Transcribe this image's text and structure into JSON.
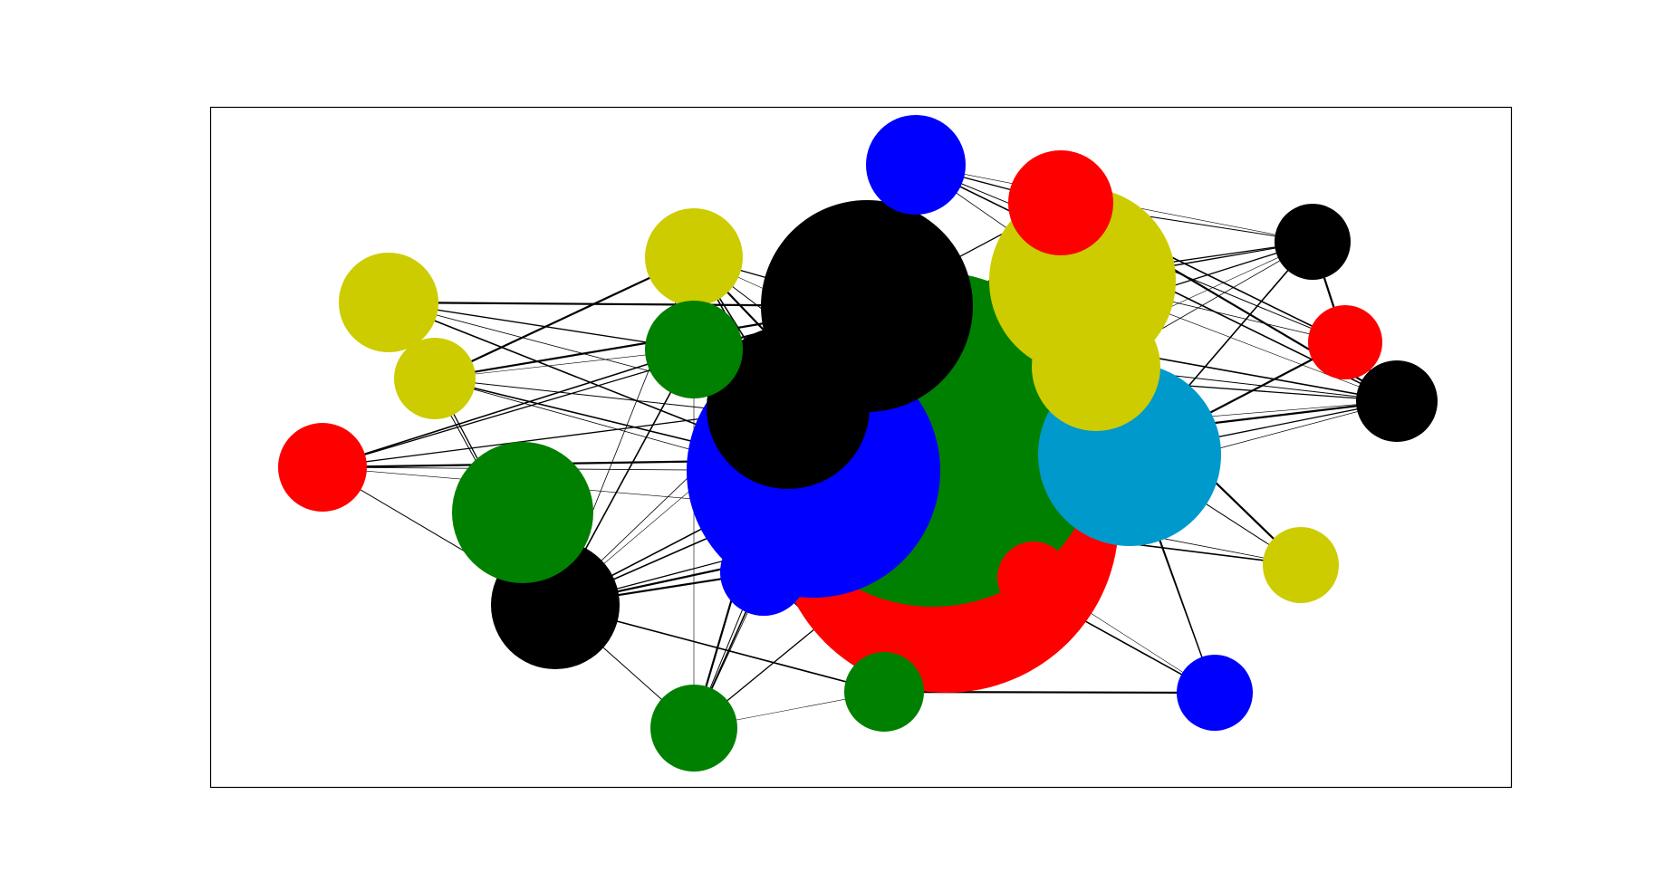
{
  "colors": {
    "red": "#ff0000",
    "green": "#008000",
    "blue": "#0000ff",
    "black": "#000000",
    "yellow": "#cccc00",
    "cyan": "#0099cc",
    "edge": "#000000",
    "frame": "#000000",
    "background": "#ffffff"
  },
  "graph": {
    "node_count": 29,
    "nodes": [
      {
        "id": "n01",
        "color": "yellow"
      },
      {
        "id": "n02",
        "color": "red"
      },
      {
        "id": "n03",
        "color": "cyan"
      },
      {
        "id": "n04",
        "color": "green"
      },
      {
        "id": "n05",
        "color": "black"
      },
      {
        "id": "n06",
        "color": "blue"
      },
      {
        "id": "n07",
        "color": "black"
      },
      {
        "id": "n08",
        "color": "yellow"
      },
      {
        "id": "n09",
        "color": "green"
      },
      {
        "id": "n10",
        "color": "black"
      },
      {
        "id": "n11",
        "color": "yellow"
      },
      {
        "id": "n12",
        "color": "green"
      },
      {
        "id": "n13",
        "color": "yellow"
      },
      {
        "id": "n14",
        "color": "red"
      },
      {
        "id": "n15",
        "color": "blue"
      },
      {
        "id": "n16",
        "color": "red"
      },
      {
        "id": "n17",
        "color": "black"
      },
      {
        "id": "n18",
        "color": "red"
      },
      {
        "id": "n19",
        "color": "black"
      },
      {
        "id": "n20",
        "color": "yellow"
      },
      {
        "id": "n21",
        "color": "blue"
      },
      {
        "id": "n22",
        "color": "green"
      },
      {
        "id": "n23",
        "color": "green"
      },
      {
        "id": "n24",
        "color": "red"
      },
      {
        "id": "n25",
        "color": "yellow"
      },
      {
        "id": "n26",
        "color": "red"
      },
      {
        "id": "n27",
        "color": "black"
      },
      {
        "id": "n28",
        "color": "blue"
      },
      {
        "id": "n29",
        "color": "blue"
      }
    ],
    "edges": [
      [
        "n04",
        "n06"
      ],
      [
        "n04",
        "n02"
      ],
      [
        "n04",
        "n10"
      ],
      [
        "n04",
        "n05"
      ],
      [
        "n04",
        "n03"
      ],
      [
        "n04",
        "n07"
      ],
      [
        "n04",
        "n20"
      ],
      [
        "n04",
        "n08"
      ],
      [
        "n08",
        "n06"
      ],
      [
        "n08",
        "n02"
      ],
      [
        "n08",
        "n10"
      ],
      [
        "n08",
        "n05"
      ],
      [
        "n08",
        "n03"
      ],
      [
        "n08",
        "n09"
      ],
      [
        "n08",
        "n07"
      ],
      [
        "n08",
        "n13"
      ],
      [
        "n14",
        "n06"
      ],
      [
        "n14",
        "n05"
      ],
      [
        "n14",
        "n02"
      ],
      [
        "n14",
        "n10"
      ],
      [
        "n14",
        "n09"
      ],
      [
        "n14",
        "n03"
      ],
      [
        "n14",
        "n18"
      ],
      [
        "n14",
        "n07"
      ],
      [
        "n09",
        "n06"
      ],
      [
        "n09",
        "n02"
      ],
      [
        "n09",
        "n10"
      ],
      [
        "n09",
        "n05"
      ],
      [
        "n09",
        "n07"
      ],
      [
        "n09",
        "n03"
      ],
      [
        "n09",
        "n23"
      ],
      [
        "n09",
        "n21"
      ],
      [
        "n10",
        "n06"
      ],
      [
        "n10",
        "n02"
      ],
      [
        "n10",
        "n05"
      ],
      [
        "n10",
        "n03"
      ],
      [
        "n10",
        "n07"
      ],
      [
        "n10",
        "n23"
      ],
      [
        "n10",
        "n22"
      ],
      [
        "n10",
        "n21"
      ],
      [
        "n23",
        "n06"
      ],
      [
        "n23",
        "n02"
      ],
      [
        "n23",
        "n22"
      ],
      [
        "n23",
        "n05"
      ],
      [
        "n23",
        "n21"
      ],
      [
        "n23",
        "n07"
      ],
      [
        "n22",
        "n06"
      ],
      [
        "n22",
        "n02"
      ],
      [
        "n22",
        "n05"
      ],
      [
        "n22",
        "n10"
      ],
      [
        "n11",
        "n06"
      ],
      [
        "n11",
        "n05"
      ],
      [
        "n11",
        "n07"
      ],
      [
        "n11",
        "n09"
      ],
      [
        "n11",
        "n13"
      ],
      [
        "n11",
        "n10"
      ],
      [
        "n13",
        "n06"
      ],
      [
        "n13",
        "n05"
      ],
      [
        "n13",
        "n02"
      ],
      [
        "n13",
        "n10"
      ],
      [
        "n13",
        "n09"
      ],
      [
        "n13",
        "n03"
      ],
      [
        "n15",
        "n05"
      ],
      [
        "n15",
        "n06"
      ],
      [
        "n15",
        "n01"
      ],
      [
        "n15",
        "n16"
      ],
      [
        "n15",
        "n19"
      ],
      [
        "n15",
        "n24"
      ],
      [
        "n15",
        "n27"
      ],
      [
        "n15",
        "n07"
      ],
      [
        "n16",
        "n06"
      ],
      [
        "n16",
        "n05"
      ],
      [
        "n16",
        "n02"
      ],
      [
        "n16",
        "n19"
      ],
      [
        "n16",
        "n24"
      ],
      [
        "n16",
        "n27"
      ],
      [
        "n16",
        "n01"
      ],
      [
        "n19",
        "n05"
      ],
      [
        "n19",
        "n06"
      ],
      [
        "n19",
        "n01"
      ],
      [
        "n19",
        "n03"
      ],
      [
        "n19",
        "n24"
      ],
      [
        "n19",
        "n20"
      ],
      [
        "n19",
        "n07"
      ],
      [
        "n19",
        "n09"
      ],
      [
        "n24",
        "n19"
      ],
      [
        "n24",
        "n27"
      ],
      [
        "n24",
        "n03"
      ],
      [
        "n24",
        "n01"
      ],
      [
        "n27",
        "n03"
      ],
      [
        "n27",
        "n01"
      ],
      [
        "n27",
        "n20"
      ],
      [
        "n27",
        "n05"
      ],
      [
        "n27",
        "n06"
      ],
      [
        "n27",
        "n02"
      ],
      [
        "n27",
        "n09"
      ],
      [
        "n27",
        "n04"
      ],
      [
        "n25",
        "n03"
      ],
      [
        "n25",
        "n02"
      ],
      [
        "n25",
        "n20"
      ],
      [
        "n25",
        "n06"
      ],
      [
        "n28",
        "n03"
      ],
      [
        "n28",
        "n02"
      ],
      [
        "n28",
        "n20"
      ],
      [
        "n28",
        "n06"
      ],
      [
        "n28",
        "n22"
      ],
      [
        "n03",
        "n06"
      ],
      [
        "n03",
        "n02"
      ],
      [
        "n03",
        "n05"
      ],
      [
        "n03",
        "n20"
      ],
      [
        "n03",
        "n01"
      ],
      [
        "n21",
        "n06"
      ],
      [
        "n21",
        "n02"
      ],
      [
        "n21",
        "n22"
      ],
      [
        "n21",
        "n10"
      ],
      [
        "n02",
        "n06"
      ],
      [
        "n02",
        "n05"
      ],
      [
        "n01",
        "n05"
      ],
      [
        "n01",
        "n06"
      ],
      [
        "n20",
        "n06"
      ],
      [
        "n20",
        "n02"
      ],
      [
        "n29",
        "n06"
      ],
      [
        "n29",
        "n02"
      ]
    ]
  }
}
